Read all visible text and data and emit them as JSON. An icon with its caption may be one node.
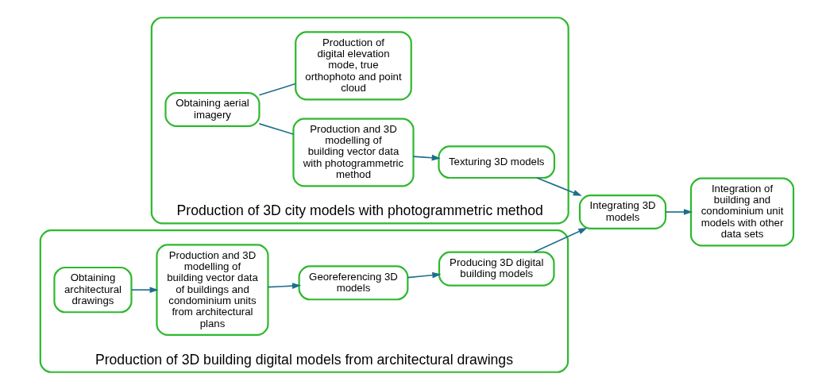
{
  "diagram": {
    "nodes": [
      {
        "text": [
          "Production of 3D city models with photogrammetric method"
        ]
      },
      {
        "text": [
          "Obtaining aerial imagery"
        ],
        "in": 0
      },
      {
        "text": [
          "Production and 3D modelling of building vector data with photogrammetric method"
        ],
        "in": 0
      },
      {
        "text": [
          "Production of digital elevation mode, true orthophoto and point cloud"
        ],
        "in": 0
      },
      {
        "text": [
          "Texturing 3D models"
        ],
        "in": 0
      },
      {
        "text": [
          "Production of 3D building digital models from architectural drawings"
        ]
      },
      {
        "text": [
          "Obtaining architectural drawings"
        ],
        "in": 5
      },
      {
        "text": [
          "Production and 3D modelling of building vector data of buildings and condominium units from architectural plans"
        ],
        "in": 5
      },
      {
        "text": [
          "Georeferencing 3D models"
        ],
        "in": 5
      },
      {
        "text": [
          "Producing 3D digital building models"
        ],
        "in": 5
      },
      {
        "text": [
          "Integrating 3D models"
        ]
      },
      {
        "text": [
          "Integration of building and condominium unit models with other data sets"
        ]
      }
    ],
    "edges": [
      {
        "from": 1,
        "to": 2,
        "arrow": "none"
      },
      {
        "from": 1,
        "to": 3,
        "arrow": "none"
      },
      {
        "from": 2,
        "to": 4,
        "arrow": "to"
      },
      {
        "from": 4,
        "to": 10,
        "arrow": "to"
      },
      {
        "from": 6,
        "to": 7,
        "arrow": "to"
      },
      {
        "from": 7,
        "to": 8,
        "arrow": "to"
      },
      {
        "from": 8,
        "to": 9,
        "arrow": "to"
      },
      {
        "from": 9,
        "to": 10,
        "arrow": "to"
      },
      {
        "from": 10,
        "to": 11,
        "arrow": "to"
      }
    ]
  }
}
